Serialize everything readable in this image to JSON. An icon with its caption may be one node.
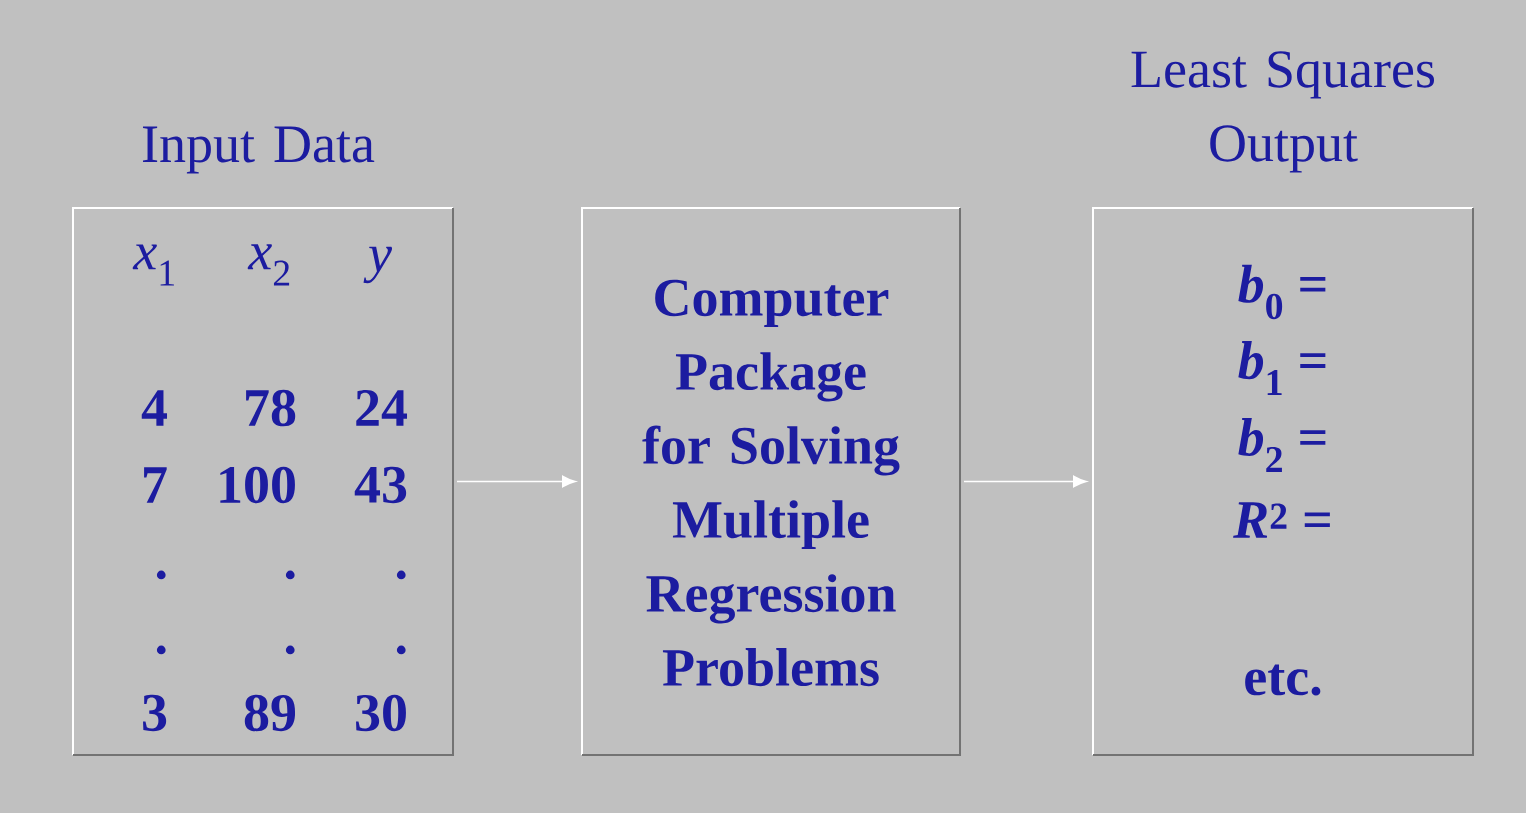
{
  "diagram": {
    "nodes": [
      {
        "text": [
          "Input Data",
          "*x*$_{1}$",
          "*x*$_{2}$",
          "*y*",
          "4",
          "78",
          "24",
          "7",
          "100",
          "43",
          ".",
          ".",
          ".",
          ".",
          ".",
          ".",
          "3",
          "89",
          "30"
        ]
      },
      {
        "text": [
          "Computer Package for Solving Multiple Regression Problems"
        ]
      },
      {
        "text": [
          "Least Squares Output",
          "*b*$_{0}$ =",
          "*b*$_{1}$ =",
          "*b*$_{2}$ =",
          "*R*$^{2}$ =",
          "etc."
        ]
      }
    ],
    "edges": [
      {
        "from": 0,
        "to": 1,
        "arrow": "to"
      },
      {
        "from": 1,
        "to": 2,
        "arrow": "to"
      }
    ]
  }
}
